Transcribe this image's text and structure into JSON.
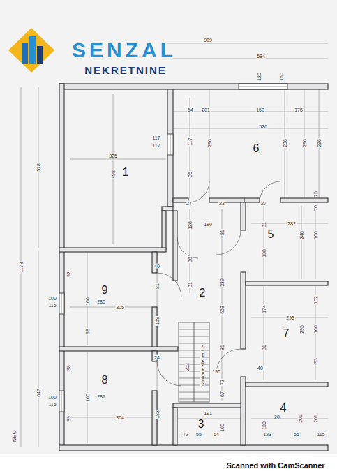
{
  "diagram": {
    "labels": [
      "SENZAL",
      "NEKRETNINE",
      "909",
      "584",
      "150",
      "120",
      "54",
      "201",
      "150",
      "175",
      "526",
      "117",
      "117",
      "325",
      "117",
      "296",
      "6",
      "296",
      "296",
      "296",
      "528",
      "498",
      "1",
      "95",
      "25",
      "70",
      "27",
      "23",
      "27",
      "128",
      "190",
      "81",
      "81",
      "282",
      "246",
      "100",
      "5",
      "138",
      "86",
      "40",
      "92",
      "81",
      "81",
      "339",
      "102",
      "1178",
      "9",
      "100",
      "115",
      "160",
      "280",
      "305",
      "2",
      "663",
      "174",
      "293",
      "88",
      "159",
      "7",
      "295",
      "100",
      "planirane stepenice",
      "81",
      "81",
      "24",
      "98",
      "203",
      "190",
      "40",
      "8",
      "287",
      "100",
      "100",
      "115",
      "72",
      "93",
      "67",
      "647",
      "304",
      "182",
      "89",
      "3",
      "4",
      "191",
      "100",
      "130",
      "20",
      "201",
      "201",
      "72",
      "55",
      "64",
      "123",
      "55",
      "115",
      "OSN",
      "Scanned with CamScanner"
    ]
  }
}
